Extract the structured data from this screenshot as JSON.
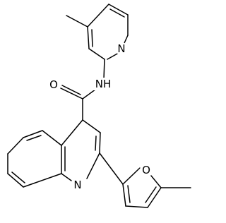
{
  "molecule": {
    "atom_labels": {
      "n_pyridine": "N",
      "nh_amide": "NH",
      "o_carbonyl": "O",
      "n_quinoline": "N",
      "o_furan": "O"
    }
  }
}
